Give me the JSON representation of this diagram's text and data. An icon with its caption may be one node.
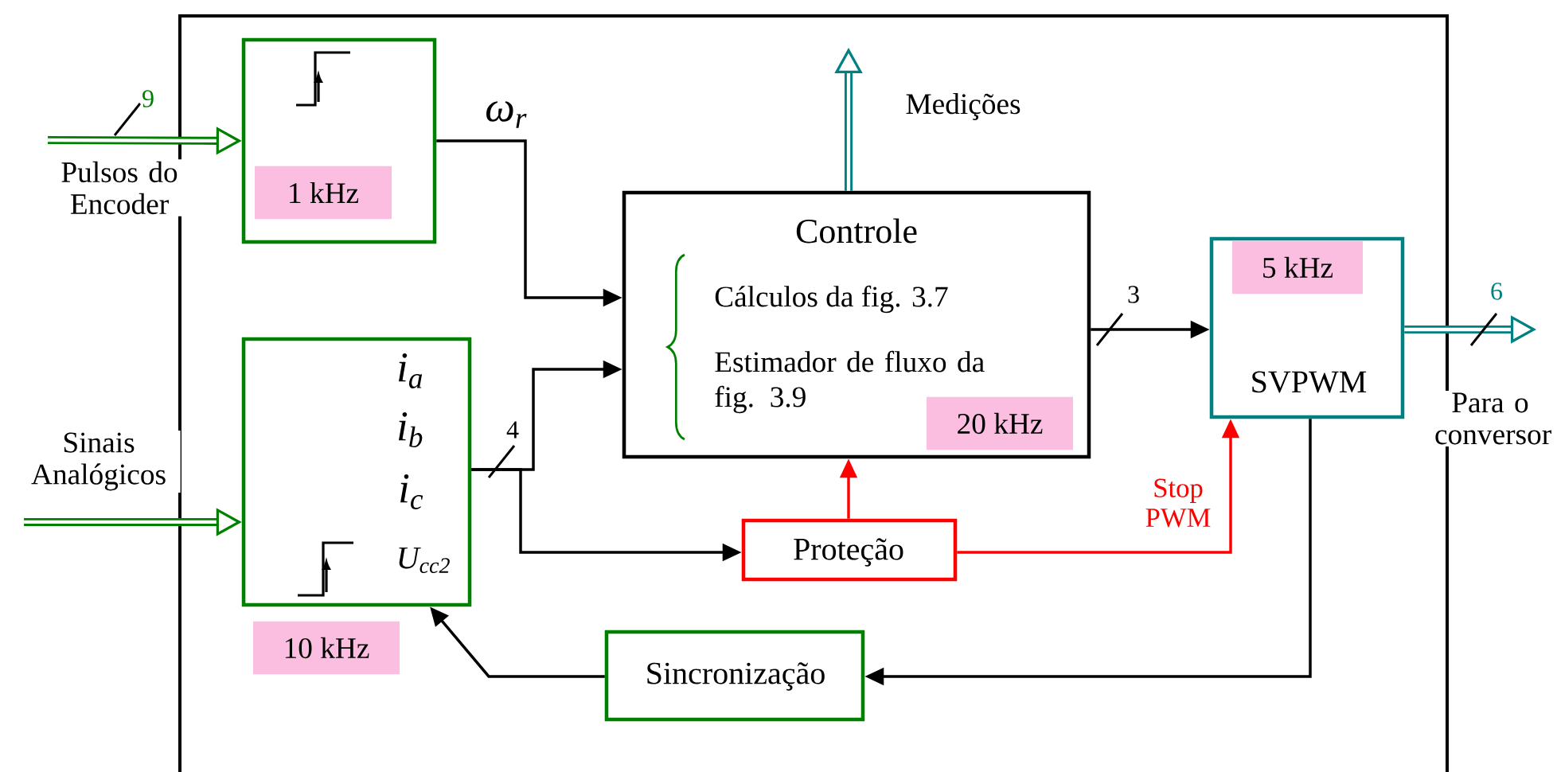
{
  "diagram": {
    "nodes": [
      {
        "text": [],
        "shape": "box"
      },
      {
        "text": [
          "1 kHz"
        ],
        "in": 0
      },
      {
        "text": [
          "i$_{a}$",
          "i$_{b}$",
          "i$_{c}$",
          "U$_{cc2}$"
        ],
        "beside": [
          "10 kHz"
        ],
        "in": 0
      },
      {
        "text": [
          "Controle",
          "Cálculos da fig. 3.7",
          "Estimador de fluxo da fig. 3.9",
          "20 kHz"
        ],
        "in": 0
      },
      {
        "text": [
          "5 kHz",
          "SVPWM"
        ],
        "in": 0
      },
      {
        "text": [
          "Proteção"
        ],
        "in": 0
      },
      {
        "text": [
          "Sincronização"
        ],
        "in": 0
      }
    ],
    "edges": [
      {
        "from": null,
        "to": 1,
        "arrow": "to",
        "label": "9",
        "style": "thick",
        "color": "#008000"
      },
      {
        "from": null,
        "to": 2,
        "arrow": "to",
        "style": "thick",
        "color": "#008000"
      },
      {
        "from": 1,
        "to": 3,
        "arrow": "to",
        "label": "ω$_{r}$"
      },
      {
        "from": 2,
        "to": 3,
        "arrow": "to",
        "label": "4"
      },
      {
        "from": 2,
        "to": 5,
        "arrow": "to"
      },
      {
        "from": 5,
        "to": 3,
        "arrow": "to",
        "color": "#ff0000"
      },
      {
        "from": 5,
        "to": 4,
        "arrow": "to",
        "label": "Stop PWM",
        "color": "#ff0000"
      },
      {
        "from": 3,
        "to": 4,
        "arrow": "to",
        "label": "3"
      },
      {
        "from": 4,
        "to": null,
        "arrow": "to",
        "label": "6",
        "style": "thick",
        "color": "#008080"
      },
      {
        "from": 3,
        "to": null,
        "arrow": "to",
        "style": "thick",
        "color": "#008080"
      },
      {
        "from": 4,
        "to": 6,
        "arrow": "to"
      },
      {
        "from": 6,
        "to": 2,
        "arrow": "to"
      }
    ],
    "labels": [
      "Pulsos do Encoder",
      "Sinais Analógicos",
      "Medições",
      "Para o conversor"
    ]
  }
}
